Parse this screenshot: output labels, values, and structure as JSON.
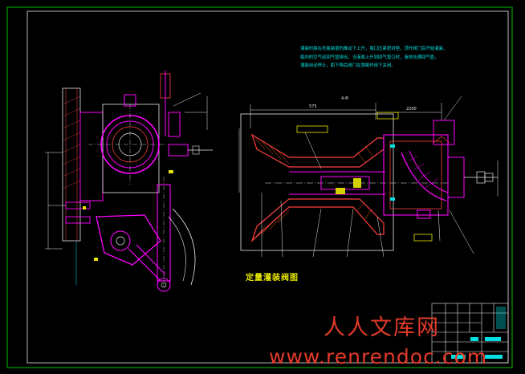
{
  "drawing": {
    "caption": "定量灌装阀图",
    "notes": [
      "灌装时瓶在托瓶装置的推动下上升，瓶口压紧密封垫，顶开阀门后开始灌装，",
      "瓶内的空气经回气管排出，当液面上升到回气管口时，液体充满回气管，",
      "灌装自动停止，瓶下降后阀门在弹簧作用下关闭。"
    ],
    "dims": {
      "d1": "575",
      "d2": "2200",
      "d3": "4-Φ"
    }
  },
  "watermark": {
    "line1": "人人文库网",
    "line2": "www.renrendoc.com"
  },
  "colors": {
    "frame": "#00c000",
    "line": "#e8e8e8",
    "part": "#ff00ff",
    "hatch": "#ff4040",
    "accent": "#e8e800",
    "cyan": "#00e0e0",
    "watermark": "#e23a2a"
  }
}
